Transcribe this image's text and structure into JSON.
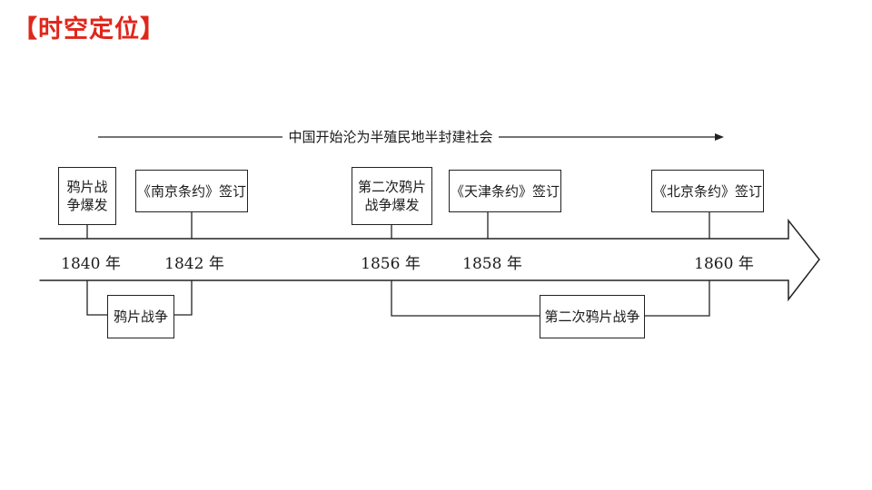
{
  "header": {
    "title": "【时空定位】",
    "title_color": "#e0261b"
  },
  "trend": {
    "label": "中国开始沦为半殖民地半封建社会"
  },
  "years": [
    "1840 年",
    "1842 年",
    "1856 年",
    "1858 年",
    "1860 年"
  ],
  "events_top": [
    {
      "line1": "鸦片战",
      "line2": "争爆发"
    },
    {
      "label": "《南京条约》签订"
    },
    {
      "line1": "第二次鸦片",
      "line2": "战争爆发"
    },
    {
      "label": "《天津条约》签订"
    },
    {
      "label": "《北京条约》签订"
    }
  ],
  "periods_bottom": [
    {
      "label": "鸦片战争"
    },
    {
      "label": "第二次鸦片战争"
    }
  ]
}
